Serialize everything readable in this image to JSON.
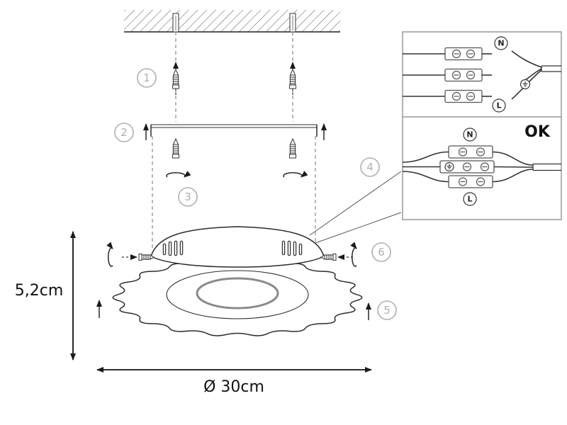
{
  "meta": {
    "title": "Ceiling light installation diagram"
  },
  "dimensions": {
    "height": "5,2cm",
    "diameter": "Ø 30cm"
  },
  "steps": {
    "s1": "1",
    "s2": "2",
    "s3": "3",
    "s4": "4",
    "s5": "5",
    "s6": "6"
  },
  "wiring": {
    "ok": "OK",
    "neutral": "N",
    "live": "L",
    "earth_icon": "earth-ground-symbol"
  },
  "colors": {
    "line": "#2b2b2b",
    "muted": "#b0b0b0",
    "guide": "#8a8a8a"
  }
}
